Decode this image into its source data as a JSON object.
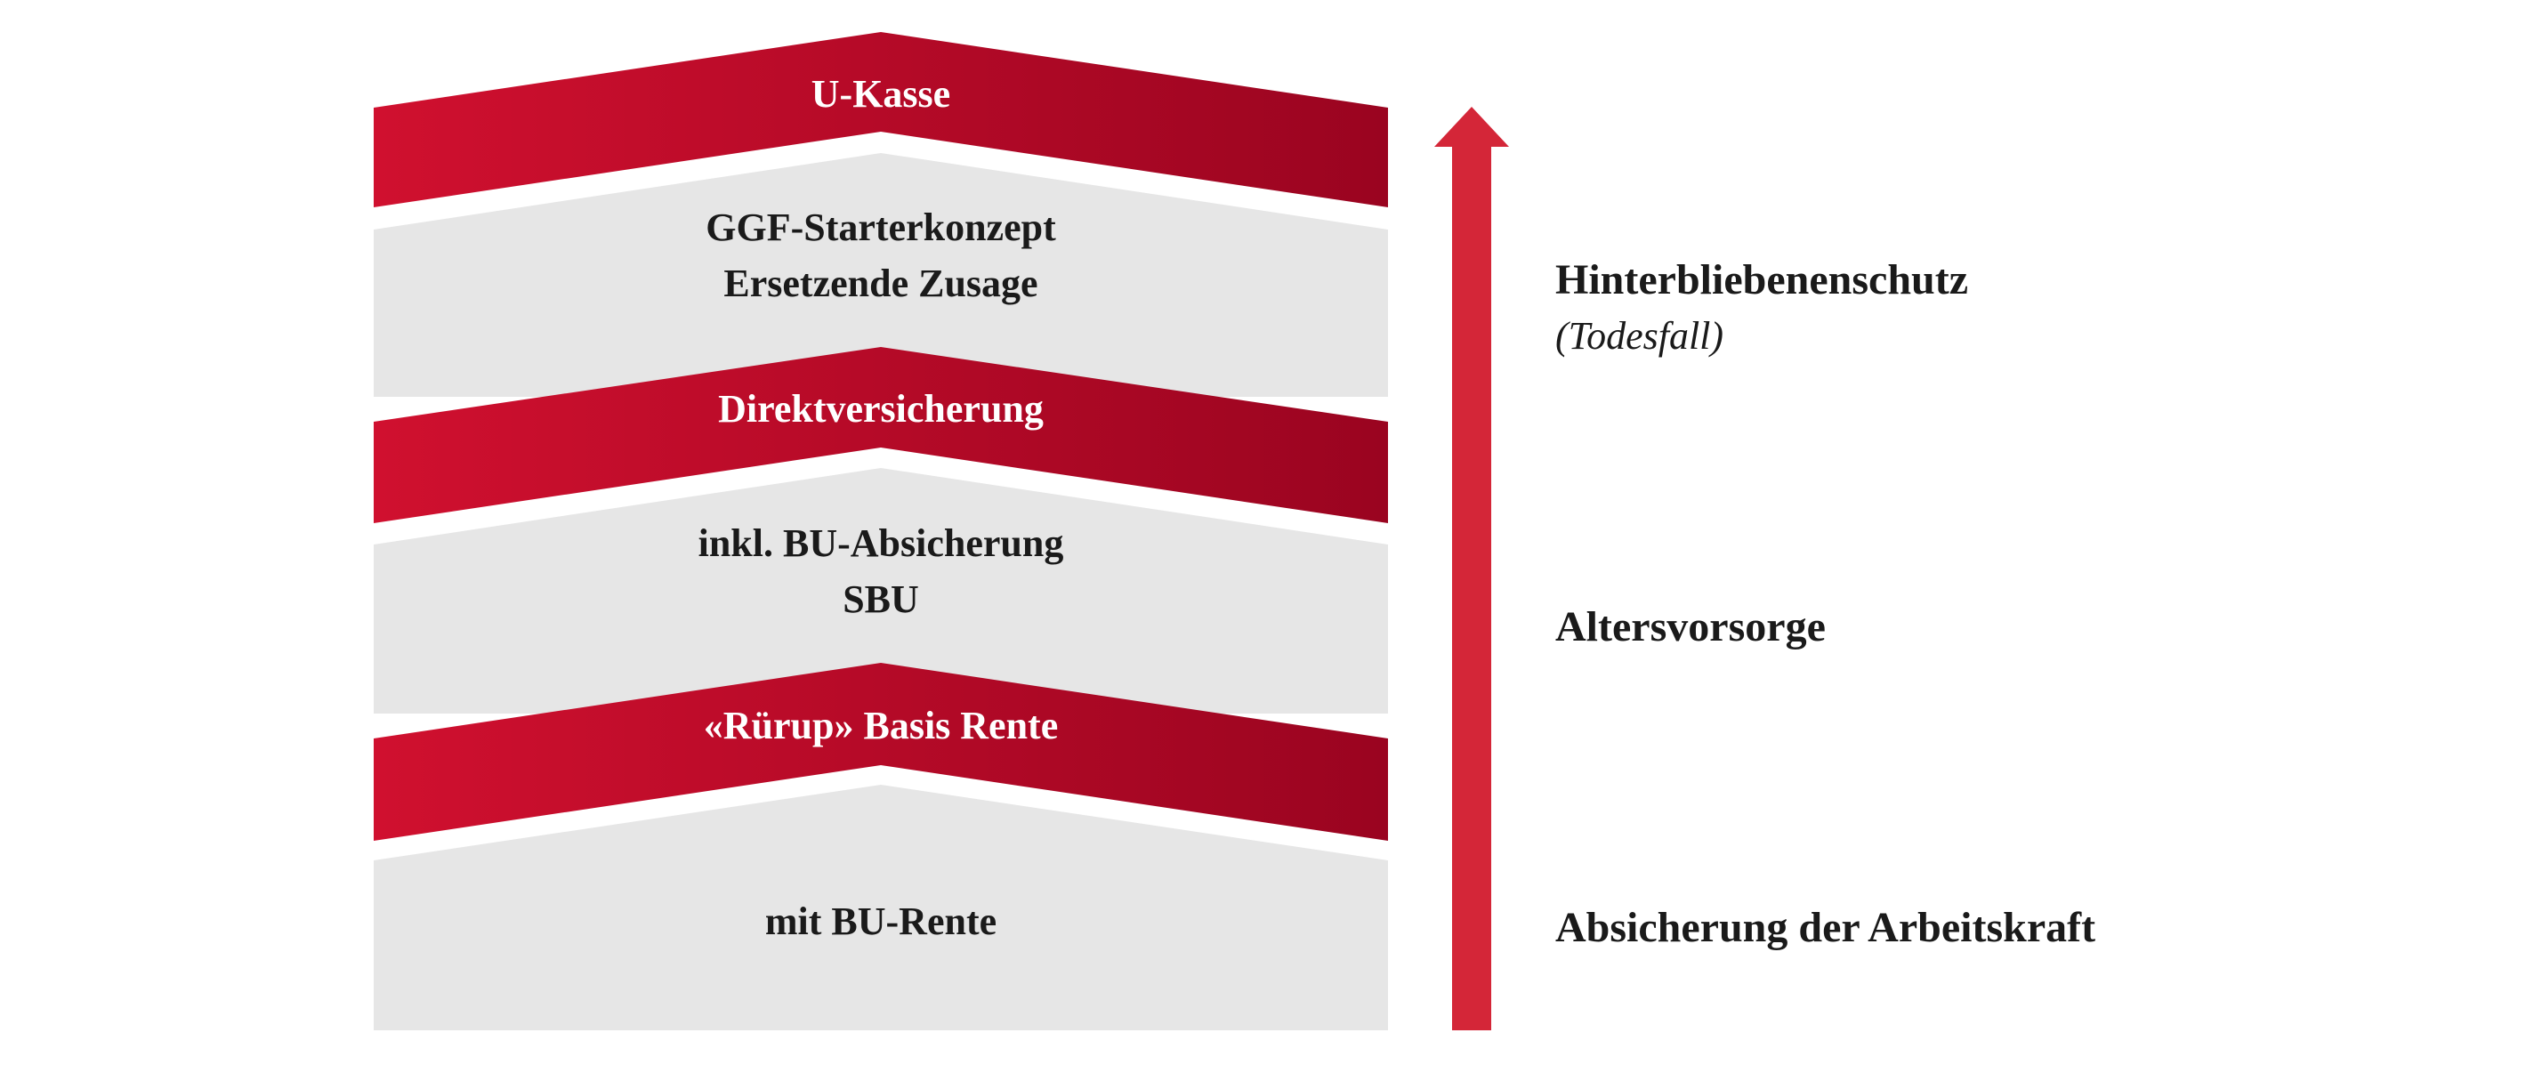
{
  "colors": {
    "red_light": "#d0102f",
    "red_dark": "#9a0420",
    "grey": "#e6e6e6",
    "arrow": "#d42638"
  },
  "layers": {
    "red_1": "U-Kasse",
    "grey_1_line1": "GGF-Starterkonzept",
    "grey_1_line2": "Ersetzende Zusage",
    "red_2": "Direktversicherung",
    "grey_2_line1": "inkl. BU-Absicherung",
    "grey_2_line2": "SBU",
    "red_3": "«Rürup» Basis Rente",
    "grey_3": "mit BU-Rente"
  },
  "right_labels": {
    "top": "Hinterbliebenenschutz",
    "top_sub": "(Todesfall)",
    "middle": "Altersvorsorge",
    "bottom": "Absicherung der Arbeitskraft"
  }
}
